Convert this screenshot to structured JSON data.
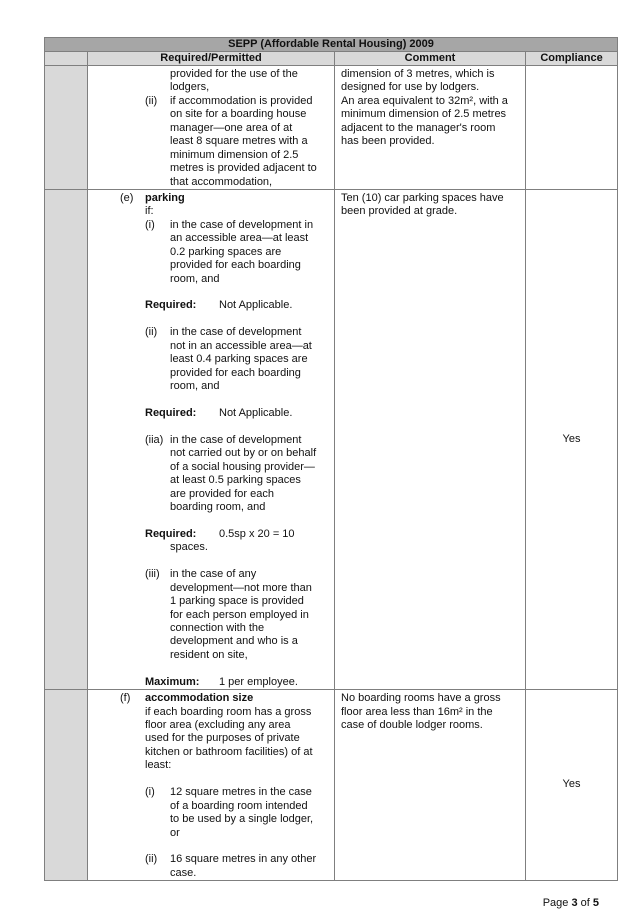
{
  "table": {
    "title": "SEPP (Affordable Rental Housing) 2009",
    "headers": {
      "required": "Required/Permitted",
      "comment": "Comment",
      "compliance": "Compliance"
    },
    "rows": [
      {
        "required": [
          {
            "k": "c",
            "t": "provided for the use of the"
          },
          {
            "k": "c",
            "t": "lodgers,"
          },
          {
            "k": "i",
            "l": "(ii)",
            "t": "if accommodation is provided"
          },
          {
            "k": "c",
            "t": "on site for a boarding house"
          },
          {
            "k": "c",
            "t": "manager—one area of at"
          },
          {
            "k": "c",
            "t": "least 8 square metres with a"
          },
          {
            "k": "c",
            "t": "minimum dimension of 2.5"
          },
          {
            "k": "c",
            "t": "metres is provided adjacent to"
          },
          {
            "k": "c",
            "t": "that accommodation,"
          }
        ],
        "comment": [
          "dimension of 3 metres, which is",
          "designed for use by lodgers.",
          "An area equivalent to 32m², with a",
          "minimum dimension of 2.5 metres",
          "adjacent to the manager's room",
          "has been provided."
        ],
        "compliance": ""
      },
      {
        "required": [
          {
            "k": "h",
            "l": "(e)",
            "t": "parking"
          },
          {
            "k": "p",
            "t": "if:"
          },
          {
            "k": "i",
            "l": "(i)",
            "t": "in the case of development in"
          },
          {
            "k": "c",
            "t": "an accessible area—at least"
          },
          {
            "k": "c",
            "t": "0.2 parking spaces are"
          },
          {
            "k": "c",
            "t": "provided for each boarding"
          },
          {
            "k": "c",
            "t": "room, and"
          },
          {
            "k": ""
          },
          {
            "k": "r",
            "l": "Required:",
            "t": "Not Applicable."
          },
          {
            "k": ""
          },
          {
            "k": "i",
            "l": "(ii)",
            "t": "in the case of development"
          },
          {
            "k": "c",
            "t": "not in an accessible area—at"
          },
          {
            "k": "c",
            "t": "least 0.4 parking spaces are"
          },
          {
            "k": "c",
            "t": "provided for each boarding"
          },
          {
            "k": "c",
            "t": "room, and"
          },
          {
            "k": ""
          },
          {
            "k": "r",
            "l": "Required:",
            "t": "Not Applicable."
          },
          {
            "k": ""
          },
          {
            "k": "i",
            "l": "(iia)",
            "t": "in the case of development"
          },
          {
            "k": "c",
            "t": "not carried out by or on behalf"
          },
          {
            "k": "c",
            "t": "of a social housing provider—"
          },
          {
            "k": "c",
            "t": "at least 0.5 parking spaces"
          },
          {
            "k": "c",
            "t": "are provided for each"
          },
          {
            "k": "c",
            "t": "boarding room, and"
          },
          {
            "k": ""
          },
          {
            "k": "r",
            "l": "Required:",
            "t": "0.5sp x 20 = 10"
          },
          {
            "k": "c",
            "t": "spaces."
          },
          {
            "k": ""
          },
          {
            "k": "i",
            "l": "(iii)",
            "t": "in the case of any"
          },
          {
            "k": "c",
            "t": "development—not more than"
          },
          {
            "k": "c",
            "t": "1 parking space is provided"
          },
          {
            "k": "c",
            "t": "for each person employed in"
          },
          {
            "k": "c",
            "t": "connection with the"
          },
          {
            "k": "c",
            "t": "development and who is a"
          },
          {
            "k": "c",
            "t": "resident on site,"
          },
          {
            "k": ""
          },
          {
            "k": "r",
            "l": "Maximum:",
            "t": "1 per employee."
          }
        ],
        "comment": [
          "Ten (10) car parking spaces have",
          "been provided at grade."
        ],
        "compliance": "Yes"
      },
      {
        "required": [
          {
            "k": "h",
            "l": "(f)",
            "t": "accommodation size"
          },
          {
            "k": "p",
            "t": "if each boarding room has a gross"
          },
          {
            "k": "p",
            "t": "floor area (excluding any area"
          },
          {
            "k": "p",
            "t": "used for the purposes of private"
          },
          {
            "k": "p",
            "t": "kitchen or bathroom facilities) of at"
          },
          {
            "k": "p",
            "t": "least:"
          },
          {
            "k": ""
          },
          {
            "k": "i",
            "l": "(i)",
            "t": "12 square metres in the case"
          },
          {
            "k": "c",
            "t": "of a boarding room intended"
          },
          {
            "k": "c",
            "t": "to be used by a single lodger,"
          },
          {
            "k": "c",
            "t": "or"
          },
          {
            "k": ""
          },
          {
            "k": "i",
            "l": "(ii)",
            "t": "16 square metres in any other"
          },
          {
            "k": "c",
            "t": "case."
          }
        ],
        "comment": [
          "No boarding rooms have a gross",
          "floor area less than 16m² in the",
          "case of double lodger rooms."
        ],
        "compliance": "Yes"
      }
    ]
  },
  "footer": {
    "page_prefix": "Page ",
    "page": "3",
    "of": " of ",
    "total": "5"
  }
}
